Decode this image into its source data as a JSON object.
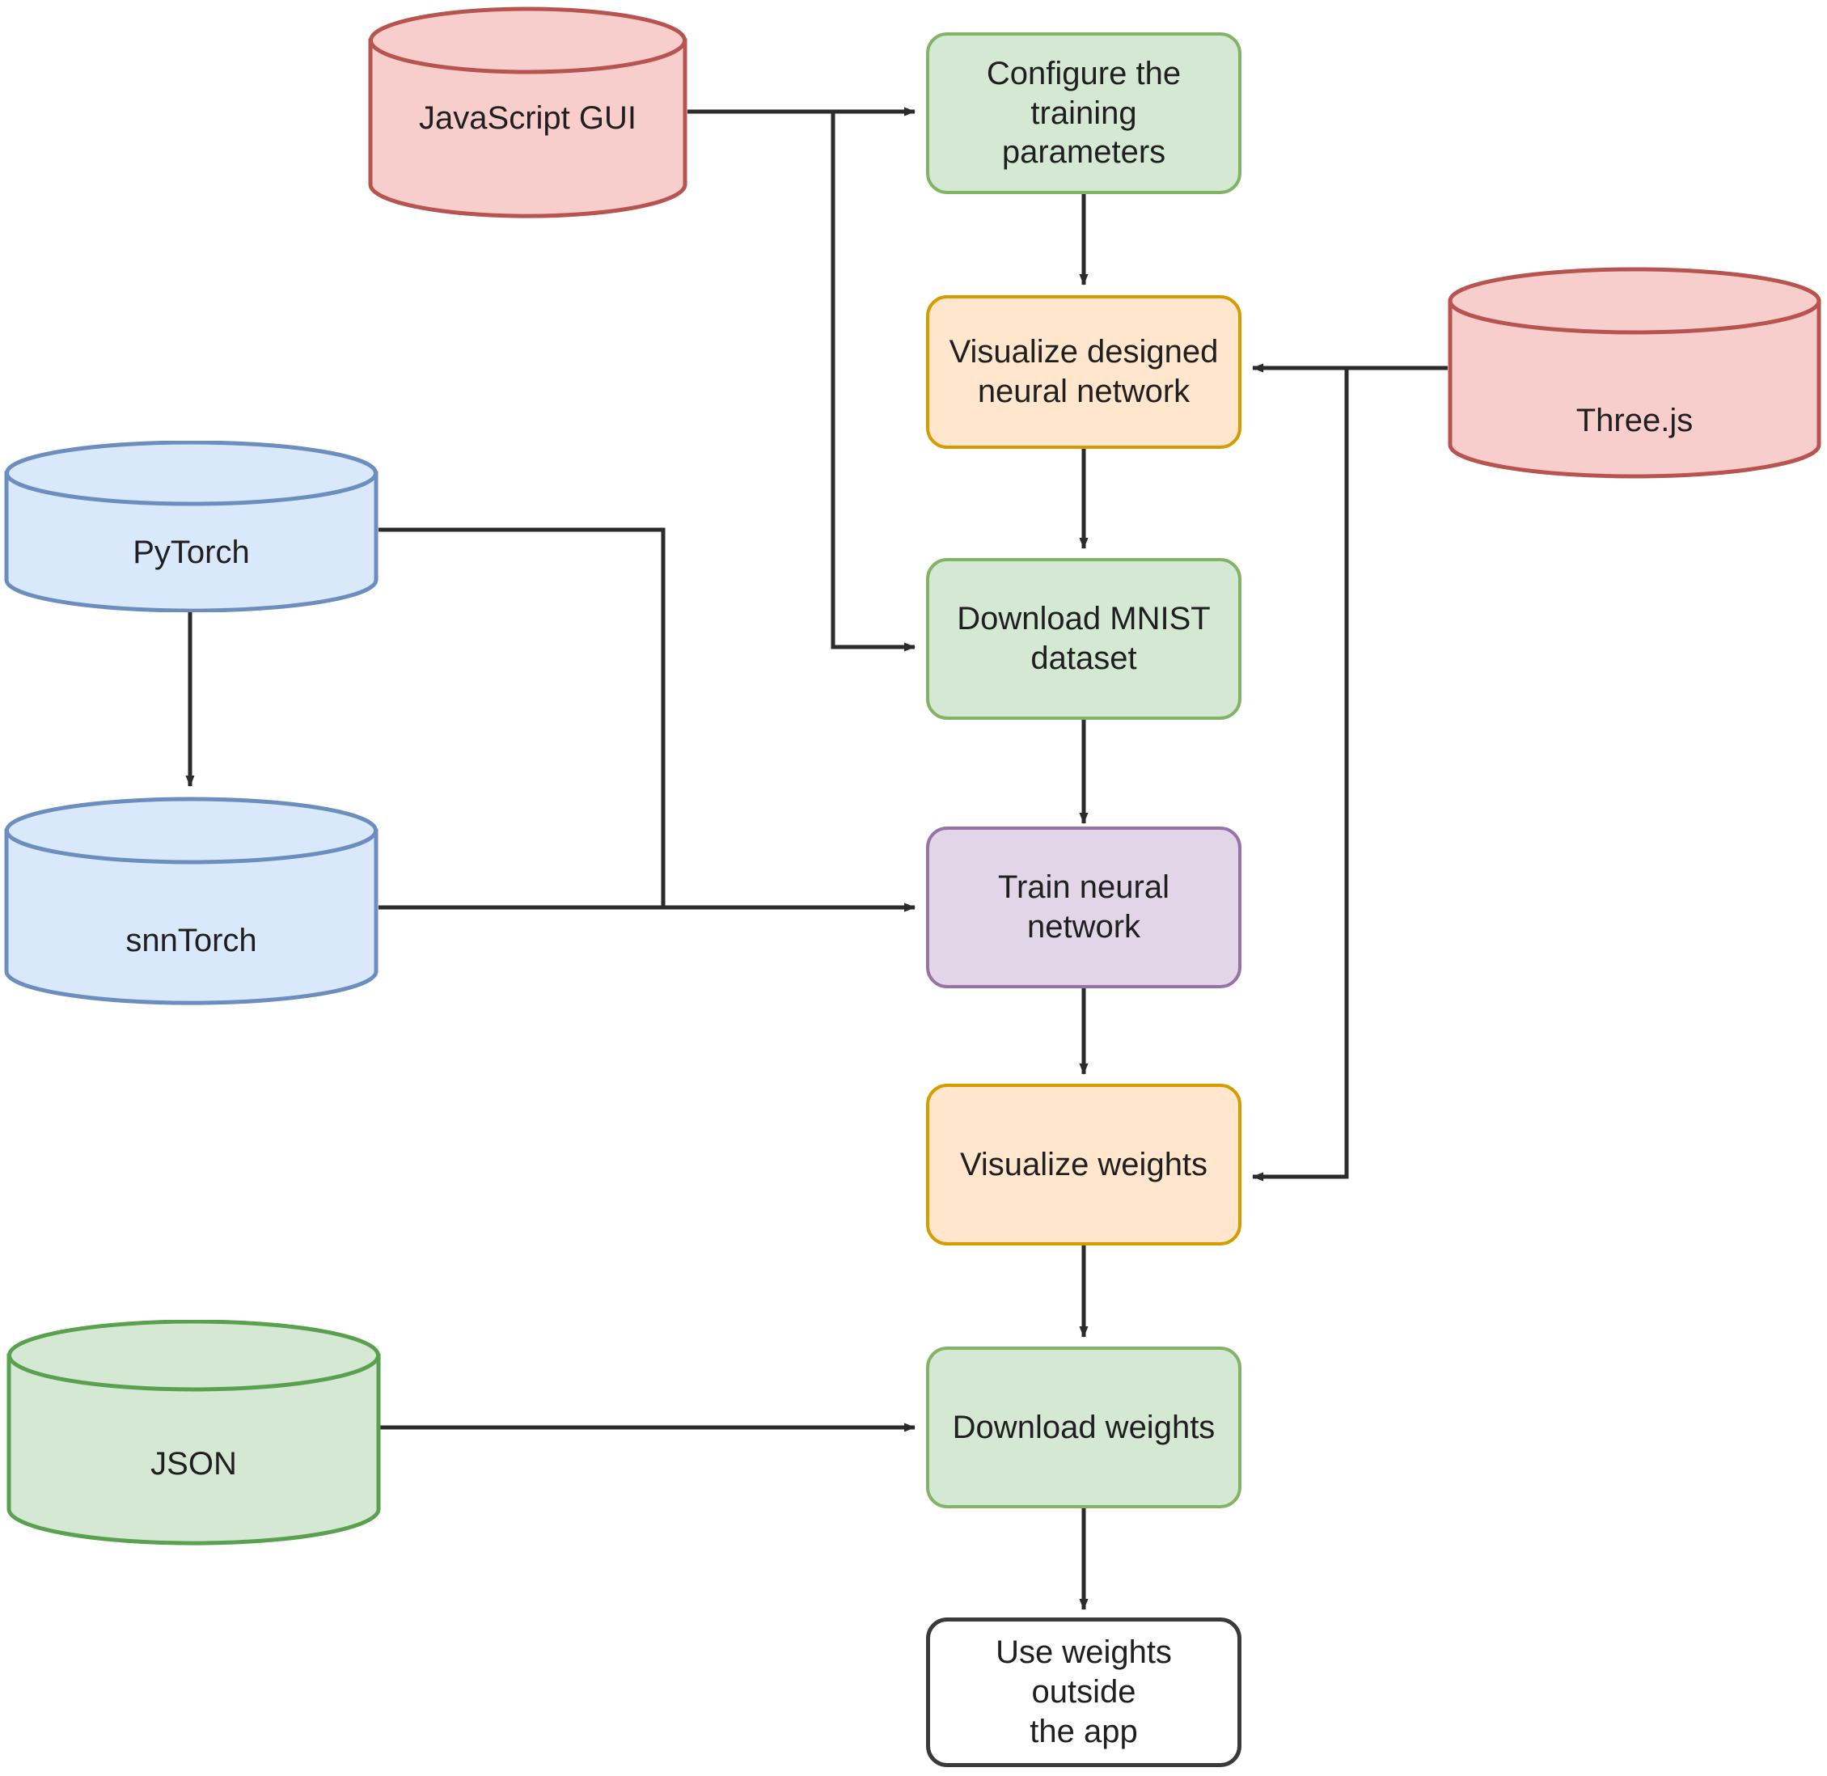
{
  "diagram": {
    "title": "Application workflow flowchart",
    "background": "#ffffff",
    "edge_color": "#2b2b2b"
  },
  "palette": {
    "green_fill": "#d5e8d4",
    "green_stroke": "#82b366",
    "orange_fill": "#ffe6cc",
    "orange_stroke": "#d79b00",
    "purple_fill": "#e1d5e7",
    "purple_stroke": "#9673a6",
    "blue_fill": "#dae8fc",
    "blue_stroke": "#6c8ebf",
    "red_fill": "#f8cecc",
    "red_stroke": "#b85450",
    "white_fill": "#ffffff",
    "white_stroke": "#3a3a3a"
  },
  "nodes": {
    "javascript_gui": {
      "label": "JavaScript GUI",
      "shape": "cylinder",
      "color": "red"
    },
    "threejs": {
      "label": "Three.js",
      "shape": "cylinder",
      "color": "red"
    },
    "pytorch": {
      "label": "PyTorch",
      "shape": "cylinder",
      "color": "blue"
    },
    "snntorch": {
      "label": "snnTorch",
      "shape": "cylinder",
      "color": "blue"
    },
    "json": {
      "label": "JSON",
      "shape": "cylinder",
      "color": "green"
    },
    "configure_params": {
      "label": "Configure the training\nparameters",
      "shape": "process",
      "color": "green"
    },
    "visualize_network": {
      "label": "Visualize designed\nneural network",
      "shape": "process",
      "color": "orange"
    },
    "download_mnist": {
      "label": "Download MNIST\ndataset",
      "shape": "process",
      "color": "green"
    },
    "train_network": {
      "label": "Train neural network",
      "shape": "process",
      "color": "purple"
    },
    "visualize_weights": {
      "label": "Visualize weights",
      "shape": "process",
      "color": "orange"
    },
    "download_weights": {
      "label": "Download weights",
      "shape": "process",
      "color": "green"
    },
    "use_weights": {
      "label": "Use weights outside\nthe app",
      "shape": "process",
      "color": "white"
    }
  },
  "edges": [
    {
      "from": "javascript_gui",
      "to": "configure_params",
      "arrow": true
    },
    {
      "from": "javascript_gui",
      "to": "download_mnist",
      "arrow": true
    },
    {
      "from": "configure_params",
      "to": "visualize_network",
      "arrow": true
    },
    {
      "from": "threejs",
      "to": "visualize_network",
      "arrow": true
    },
    {
      "from": "threejs",
      "to": "visualize_weights",
      "arrow": true
    },
    {
      "from": "visualize_network",
      "to": "download_mnist",
      "arrow": true
    },
    {
      "from": "download_mnist",
      "to": "train_network",
      "arrow": true
    },
    {
      "from": "pytorch",
      "to": "snntorch",
      "arrow": true
    },
    {
      "from": "pytorch",
      "to": "train_network",
      "arrow": true
    },
    {
      "from": "snntorch",
      "to": "train_network",
      "arrow": true
    },
    {
      "from": "train_network",
      "to": "visualize_weights",
      "arrow": true
    },
    {
      "from": "visualize_weights",
      "to": "download_weights",
      "arrow": true
    },
    {
      "from": "json",
      "to": "download_weights",
      "arrow": true
    },
    {
      "from": "download_weights",
      "to": "use_weights",
      "arrow": true
    }
  ]
}
